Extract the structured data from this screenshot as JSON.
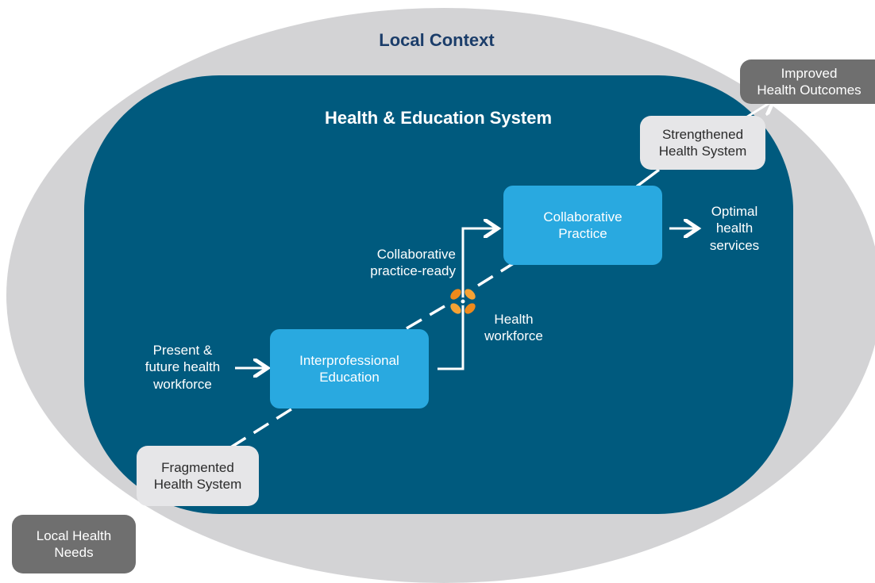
{
  "titles": {
    "local_context": "Local Context",
    "system": "Health & Education System"
  },
  "boxes": {
    "improved_outcomes": "Improved\nHealth Outcomes",
    "strengthened_system": "Strengthened\nHealth System",
    "collaborative_practice": "Collaborative\nPractice",
    "interprofessional_education": "Interprofessional\nEducation",
    "fragmented_system": "Fragmented\nHealth System",
    "local_needs": "Local Health\nNeeds"
  },
  "labels": {
    "optimal_services": "Optimal\nhealth\nservices",
    "practice_ready": "Collaborative\npractice-ready",
    "health_workforce": "Health\nworkforce",
    "present_future": "Present &\nfuture health\nworkforce"
  },
  "icons": {
    "collaboration": "joined-hands-icon"
  },
  "colors": {
    "outer_ring": "#d3d3d5",
    "system_panel": "#005a7e",
    "core_box": "#29a9e0",
    "context_title": "#1b3d6a",
    "hands": "#f08a1c"
  }
}
